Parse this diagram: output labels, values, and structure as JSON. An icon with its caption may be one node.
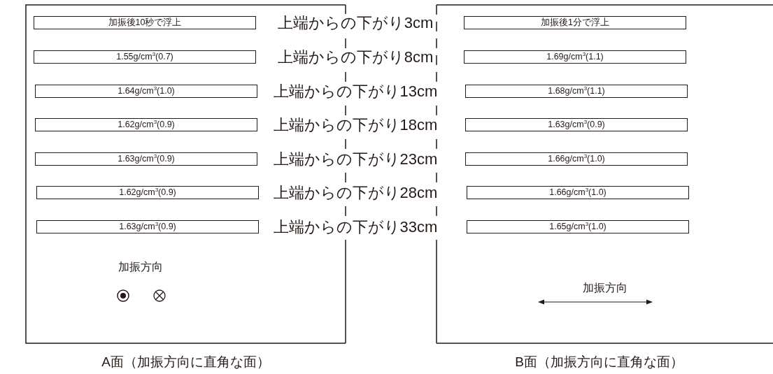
{
  "diagram": {
    "nodes": [
      {
        "text": [
          "A面（加振方向に直角な面）"
        ]
      },
      {
        "text": [
          "加振後10秒で浮上"
        ],
        "in": 0
      },
      {
        "text": [
          "1.55g/cm$^{3}$(0.7)"
        ],
        "in": 0
      },
      {
        "text": [
          "1.64g/cm$^{3}$(1.0)"
        ],
        "in": 0
      },
      {
        "text": [
          "1.62g/cm$^{3}$(0.9)"
        ],
        "in": 0
      },
      {
        "text": [
          "1.63g/cm$^{3}$(0.9)"
        ],
        "in": 0
      },
      {
        "text": [
          "1.62g/cm$^{3}$(0.9)"
        ],
        "in": 0
      },
      {
        "text": [
          "1.63g/cm$^{3}$(0.9)"
        ],
        "in": 0
      },
      {
        "text": [
          "B面（加振方向に直角な面）"
        ]
      },
      {
        "text": [
          "加振後1分で浮上"
        ],
        "in": 8
      },
      {
        "text": [
          "1.69g/cm$^{3}$(1.1)"
        ],
        "in": 8
      },
      {
        "text": [
          "1.68g/cm$^{3}$(1.1)"
        ],
        "in": 8
      },
      {
        "text": [
          "1.63g/cm$^{3}$(0.9)"
        ],
        "in": 8
      },
      {
        "text": [
          "1.66g/cm$^{3}$(1.0)"
        ],
        "in": 8
      },
      {
        "text": [
          "1.66g/cm$^{3}$(1.0)"
        ],
        "in": 8
      },
      {
        "text": [
          "1.65g/cm$^{3}$(1.0)"
        ],
        "in": 8
      }
    ],
    "labels": [
      "上端からの下がり3cm",
      "上端からの下がり8cm",
      "上端からの下がり13cm",
      "上端からの下がり18cm",
      "上端からの下がり23cm",
      "上端からの下がり28cm",
      "上端からの下がり33cm",
      "加振方向",
      "加振方向"
    ]
  }
}
